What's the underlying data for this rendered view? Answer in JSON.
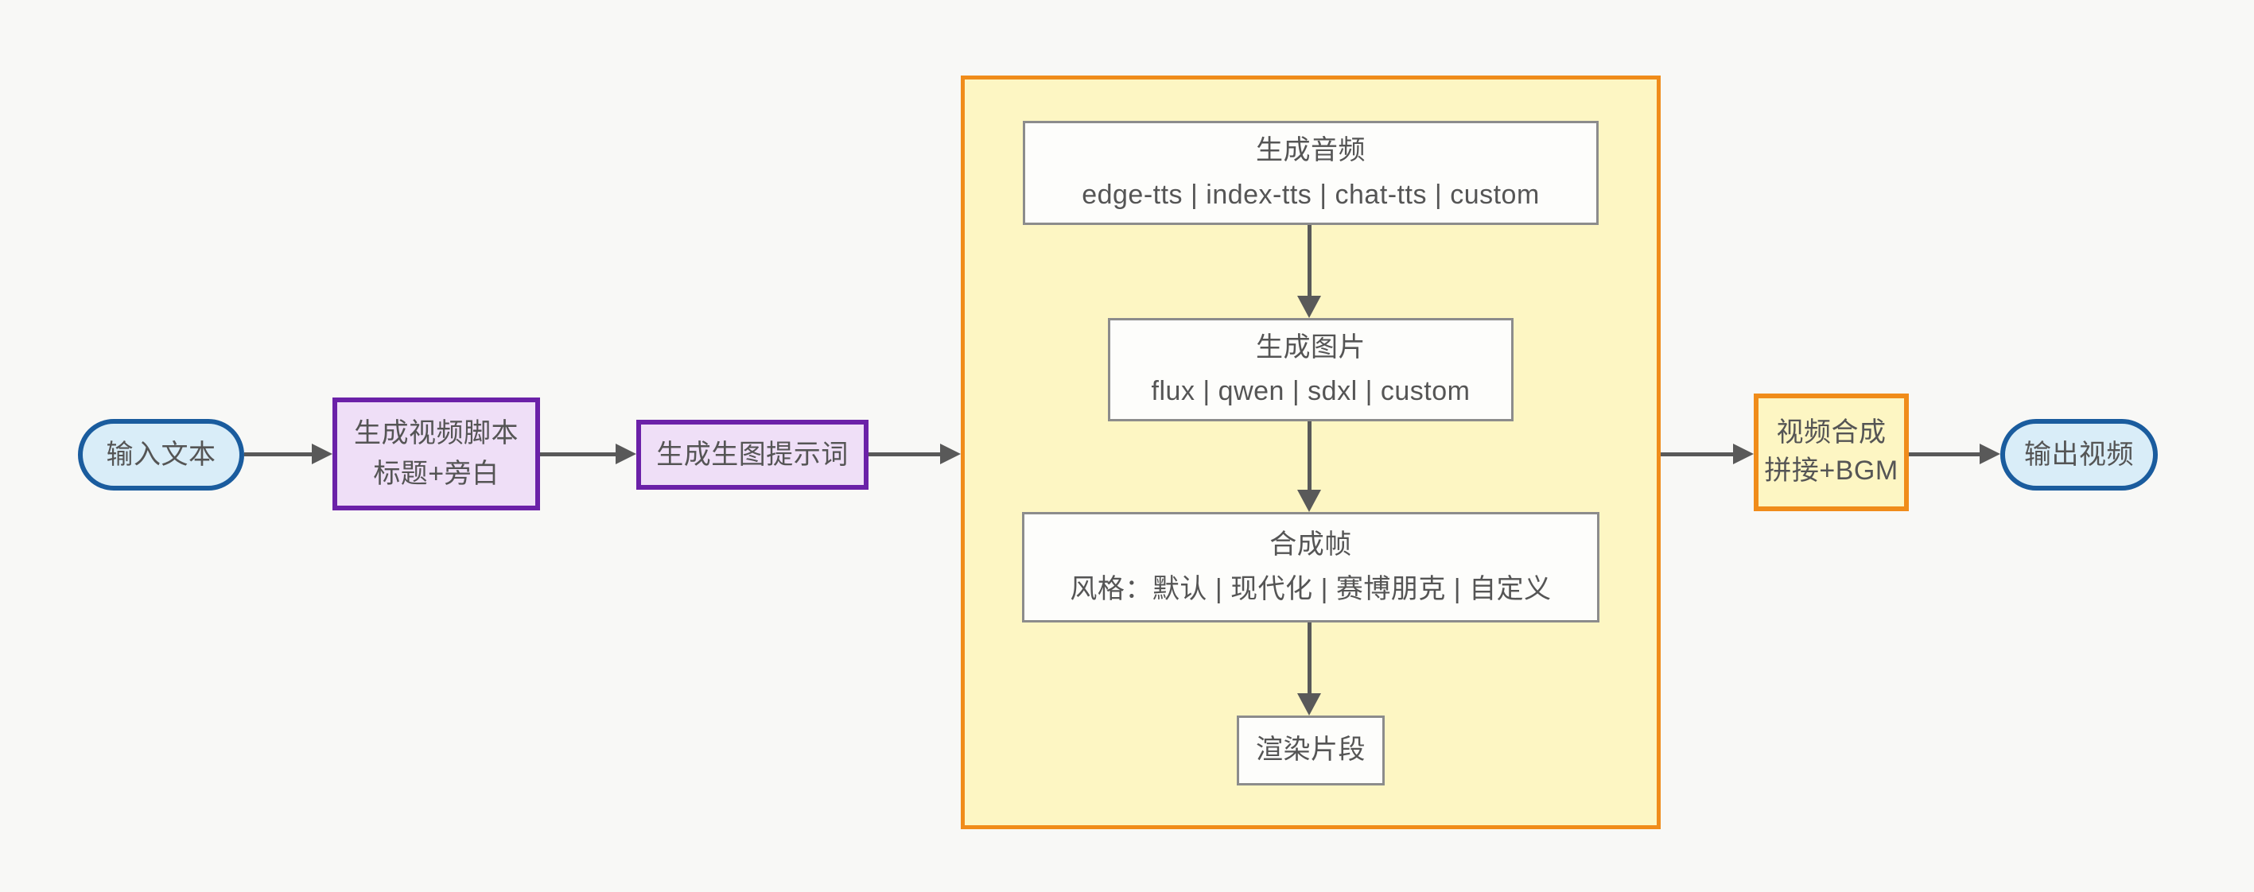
{
  "diagram_type": "flowchart",
  "nodes": {
    "input": {
      "label": "输入文本"
    },
    "script": {
      "line1": "生成视频脚本",
      "line2": "标题+旁白"
    },
    "prompt": {
      "label": "生成生图提示词"
    },
    "audio": {
      "title": "生成音频",
      "options": "edge-tts | index-tts | chat-tts | custom"
    },
    "image": {
      "title": "生成图片",
      "options": "flux | qwen | sdxl | custom"
    },
    "frame": {
      "title": "合成帧",
      "options": "风格：默认 | 现代化 | 赛博朋克 | 自定义"
    },
    "render": {
      "label": "渲染片段"
    },
    "compose": {
      "line1": "视频合成",
      "line2": "拼接+BGM"
    },
    "output": {
      "label": "输出视频"
    }
  },
  "edges": [
    {
      "from": "input",
      "to": "script"
    },
    {
      "from": "script",
      "to": "prompt"
    },
    {
      "from": "prompt",
      "to": "group"
    },
    {
      "from": "audio",
      "to": "image"
    },
    {
      "from": "image",
      "to": "frame"
    },
    {
      "from": "frame",
      "to": "render"
    },
    {
      "from": "group",
      "to": "compose"
    },
    {
      "from": "compose",
      "to": "output"
    }
  ],
  "colors": {
    "canvas-bg": "#f8f8f6",
    "node-text": "#555555",
    "arrow": "#595959",
    "terminal-fill": "#d9edf8",
    "terminal-border": "#1a5c9e",
    "purple-fill": "#efdff7",
    "purple-border": "#6b21a8",
    "group-fill": "#fdf6c3",
    "group-border": "#f08c1a",
    "step-fill": "#fdfdfb",
    "step-border": "#8c8c8c"
  }
}
